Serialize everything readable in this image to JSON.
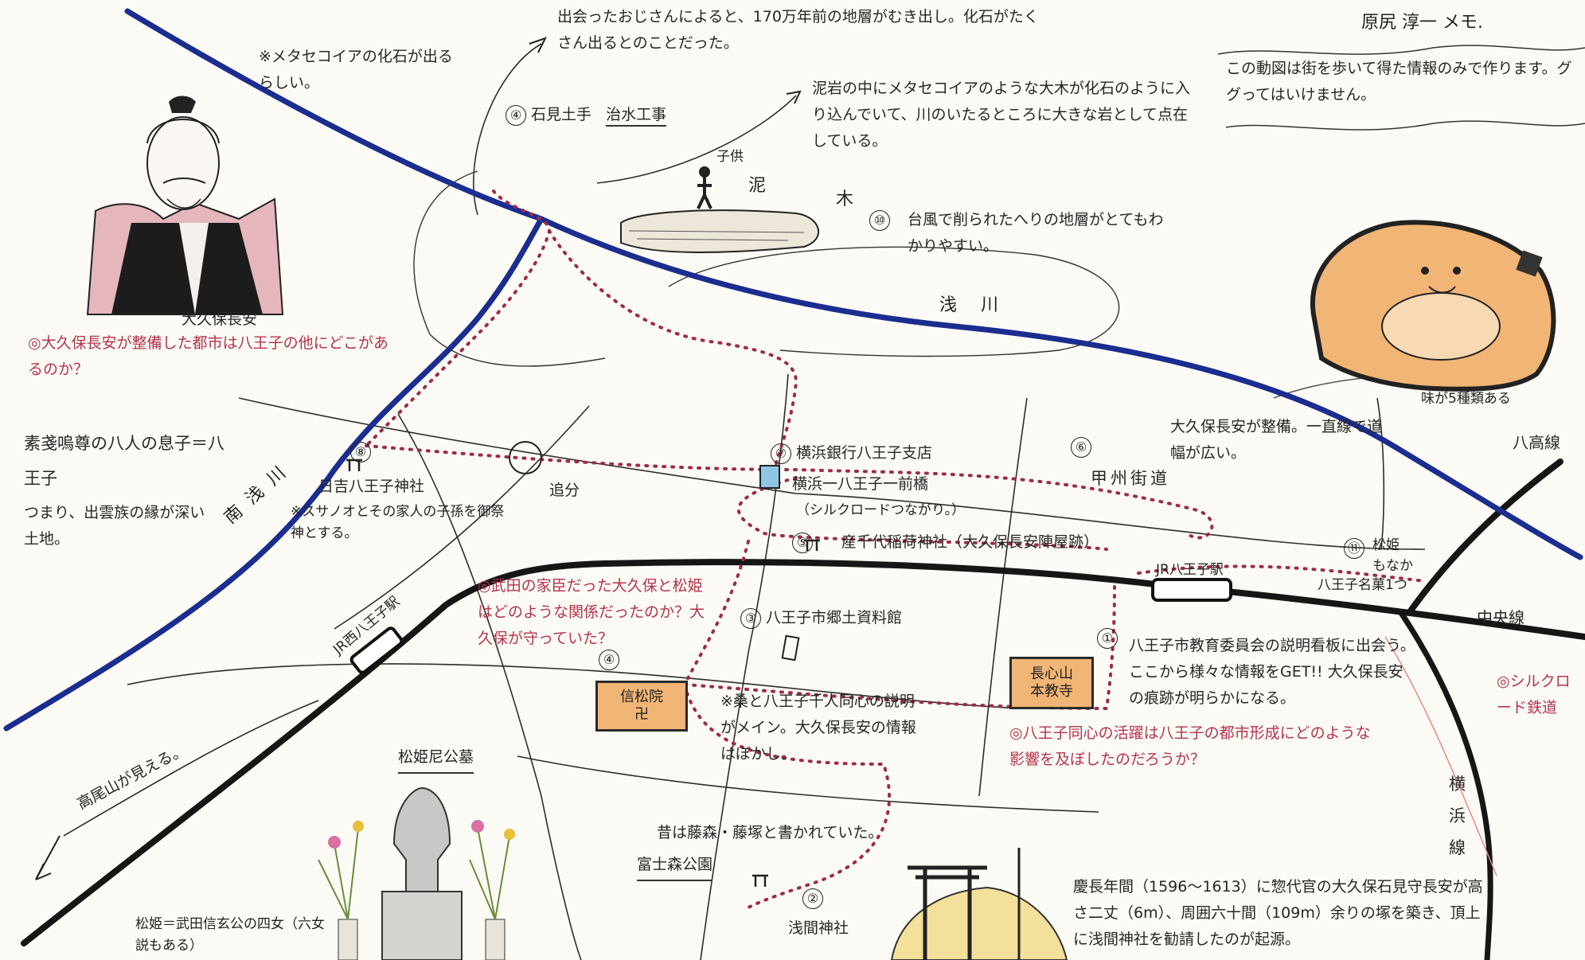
{
  "colors": {
    "river": "#1b2d8f",
    "route": "#9d2b47",
    "rail": "#1a1a1a",
    "temple_fill": "#f1b575",
    "question_text": "#b4344d",
    "paper": "#fbfaf5"
  },
  "icons": [
    "torii-icon",
    "shrine-gate-icon",
    "crossroad-icon",
    "bridge-icon",
    "station-icon",
    "kabuto-mascot-icon",
    "samurai-portrait-icon",
    "grave-monument-icon",
    "flower-vase-icon",
    "dinosaur-child-icon"
  ],
  "header": {
    "author_memo": "原尻 淳一 メモ.",
    "disclaimer": "この動図は街を歩いて得た情報のみで作ります。ググってはいけません。"
  },
  "notes": {
    "metasequoia": "※メタセコイアの化石が出るらしい。",
    "old_man": "出会ったおじさんによると、170万年前の地層がむき出し。化石がたくさん出るとのことだった。",
    "mudstone": "泥岩の中にメタセコイアのような大木が化石のように入り込んでいて、川のいたるところに大きな岩として点在している。",
    "kobushi_caption_1": "子供",
    "kobushi_caption_2": "泥",
    "kobushi_caption_3": "木",
    "typhoon": "台風で削られたへりの地層がとてもわかりやすい。",
    "portrait_name": "大久保長安",
    "q_cities": "◎大久保長安が整備した都市は八王子の他にどこがあるのか？",
    "eight_sons": "素戔嗚尊の八人の息子＝八王子",
    "izumo": "つまり、出雲族の縁が深い土地。",
    "hie_desc": "※スサノオとその家人の子孫を御祭神とする。",
    "koshu_desc": "大久保長安が整備。一直線で道幅が広い。",
    "q_takeda": "◎武田の家臣だった大久保と松姫はどのような関係だったのか？大久保が守っていた？",
    "sennin_desc": "※桑と八王子千人同心の説明がメイン。大久保長安の情報はぼかし。",
    "board_desc": "八王子市教育委員会の説明看板に出会う。ここから様々な情報をGET!! 大久保長安の痕跡が明らかになる。",
    "q_sennin": "◎八王子同心の活躍は八王子の都市形成にどのような影響を及ぼしたのだろうか？",
    "fujimori_old": "昔は藤森・藤塚と書かれていた。",
    "matsuhime_desc": "松姫＝武田信玄公の四女（六女説もある）",
    "sengen_desc": "慶長年間（1596～1613）に惣代官の大久保石見守長安が高さ二丈（6m）、周囲六十間（109m）余りの塚を築き、頂上に浅間神社を勧請したのが起源。",
    "mascot_caption": "味が5種類ある",
    "takao_view": "高尾山が見える。",
    "matsuhime_matsuri_1": "松姫",
    "matsuhime_matsuri_2": "もなか",
    "matsuhime_matsuri_3": "八王子名菓1つ",
    "q_silk": "◎シルクロード鉄道"
  },
  "places": {
    "p4_ishimi": "石見土手",
    "p4_chisui": "治水工事",
    "p10": "⑩",
    "p6": "⑥",
    "koshu_road": "甲州街道",
    "p7": "⑦",
    "yokohama_bank": "横浜銀行八王子支店",
    "yokohama_ichi": "横浜一八王子一前橋",
    "silk_connect": "（シルクロードつながり。）",
    "p5_label": "⑤",
    "yakushi": "産千代稲荷神社（大久保長安陣屋跡）",
    "p8": "⑧",
    "hie_shrine": "日吉八王子神社",
    "oiwake": "追分",
    "minami_asakawa": "南浅川",
    "asakawa": "浅川",
    "p3": "③",
    "museum": "八王子市郷土資料館",
    "p4b": "④",
    "shinshoin": "信松院\n卍",
    "p1": "①",
    "chozan": "長心山\n本教寺",
    "p11": "⑪",
    "jr_hachioji": "JR八王子駅",
    "jr_nishi": "JR西八王子駅",
    "chuo_line": "中央線",
    "hachiko_line": "八高線",
    "yokohama_line": "横浜線",
    "matsuhime_grave": "松姫尼公墓",
    "fujimori_park": "富士森公園",
    "p2": "②",
    "sengen_shrine": "浅間神社"
  }
}
